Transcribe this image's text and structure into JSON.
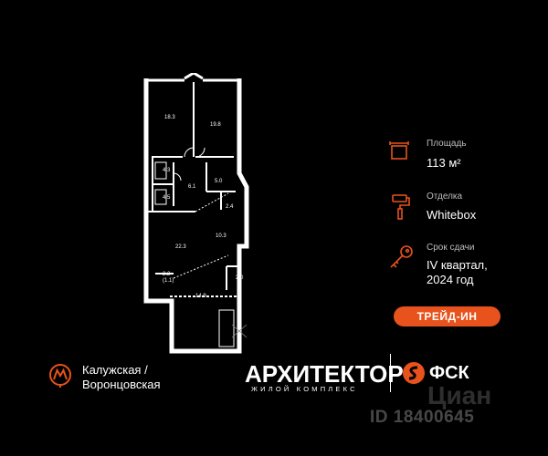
{
  "plan": {
    "rooms": [
      "18.3",
      "19.8",
      "4.3",
      "6.1",
      "5.0",
      "4.5",
      "2.4",
      "10.3",
      "22.3",
      "2.2",
      "(1.1)",
      "2.0",
      "14.9"
    ]
  },
  "specs": {
    "area": {
      "label": "Площадь",
      "value": "113 м²",
      "icon": "floor-plan-icon"
    },
    "finish": {
      "label": "Отделка",
      "value": "Whitebox",
      "icon": "paint-roller-icon"
    },
    "deadline": {
      "label": "Срок сдачи",
      "value_line1": "IV квартал,",
      "value_line2": "2024 год",
      "icon": "key-icon"
    }
  },
  "trade_in": {
    "label": "ТРЕЙД-ИН"
  },
  "metro": {
    "icon": "metro-icon",
    "line1": "Калужская /",
    "line2": "Воронцовская"
  },
  "brand": {
    "name": "АРХИТЕКТОР",
    "subtitle": "ЖИЛОЙ КОМПЛЕКС"
  },
  "developer": {
    "name": "ФСК",
    "icon": "fsk-logo-icon"
  },
  "watermark": {
    "logo": "Циан",
    "id": "ID 18400645"
  },
  "colors": {
    "accent": "#e8521c",
    "background": "#000000"
  }
}
